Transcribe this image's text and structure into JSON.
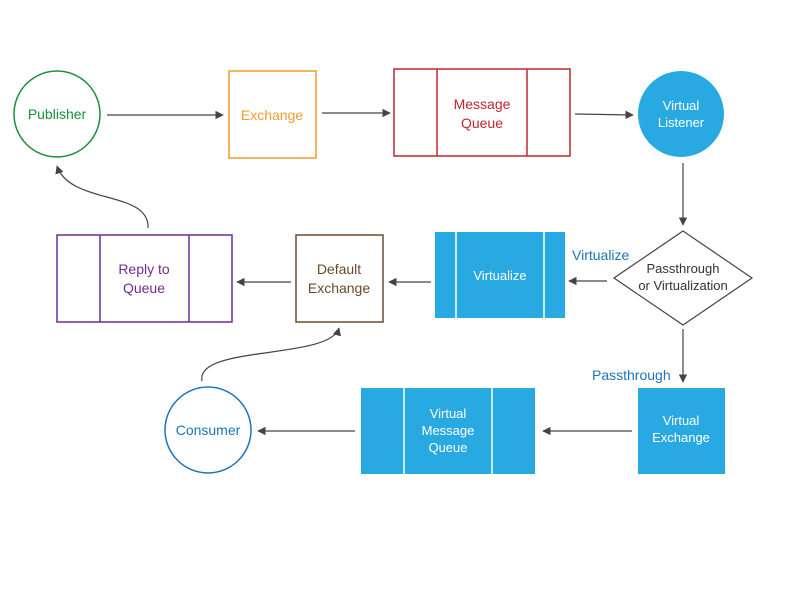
{
  "colors": {
    "publisher": "#1a8f3c",
    "exchange": "#f39c2b",
    "message_queue": "#c0272d",
    "virtual": "#29a9e1",
    "reply_queue": "#6f2c91",
    "default_exchange": "#6b4a2a",
    "consumer": "#1b75bb",
    "connector": "#444444"
  },
  "nodes": {
    "publisher": "Publisher",
    "exchange": "Exchange",
    "message_queue": [
      "Message",
      "Queue"
    ],
    "virtual_listener": [
      "Virtual",
      "Listener"
    ],
    "decision": [
      "Passthrough",
      "or Virtualization"
    ],
    "virtualize": "Virtualize",
    "default_exchange": [
      "Default",
      "Exchange"
    ],
    "reply_queue": [
      "Reply to",
      "Queue"
    ],
    "virtual_exchange": [
      "Virtual",
      "Exchange"
    ],
    "virtual_message_queue": [
      "Virtual",
      "Message",
      "Queue"
    ],
    "consumer": "Consumer"
  },
  "edge_labels": {
    "virtualize": "Virtualize",
    "passthrough": "Passthrough"
  }
}
